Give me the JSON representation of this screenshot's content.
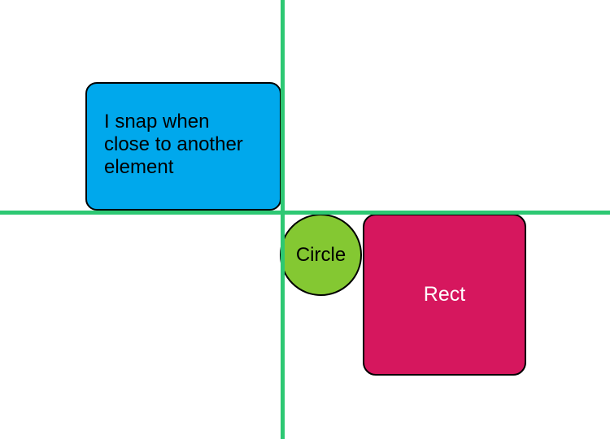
{
  "colors": {
    "background": "#ffffff",
    "guide_green": "#2dc873",
    "snap_box_blue": "#00a8ec",
    "circle_green": "#84c832",
    "rect_pink": "#d6175e",
    "border_black": "#000000",
    "snap_box_text": "#000000",
    "circle_text": "#000000",
    "rect_text": "#ffffff"
  },
  "shapes": {
    "snap_box": {
      "label": "I snap when close to another element"
    },
    "circle": {
      "label": "Circle"
    },
    "rect": {
      "label": "Rect"
    }
  }
}
